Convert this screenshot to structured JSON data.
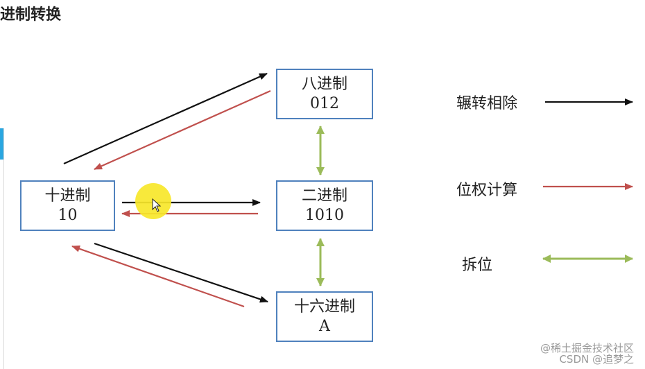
{
  "title": "进制转换",
  "nodes": {
    "octal": {
      "name": "八进制",
      "value": "012"
    },
    "decimal": {
      "name": "十进制",
      "value": "10"
    },
    "binary": {
      "name": "二进制",
      "value": "1010"
    },
    "hex": {
      "name": "十六进制",
      "value": "A"
    }
  },
  "legend": [
    {
      "label": "辗转相除",
      "color": "#111111",
      "style": "single-arrow"
    },
    {
      "label": "位权计算",
      "color": "#c0504d",
      "style": "single-arrow"
    },
    {
      "label": "拆位",
      "color": "#9bbb59",
      "style": "double-arrow"
    }
  ],
  "colors": {
    "box_border": "#4f81bd",
    "division": "#111111",
    "weight": "#c0504d",
    "split": "#9bbb59"
  },
  "watermark": {
    "line1": "@稀土掘金技术社区",
    "line2": "CSDN @追梦之"
  }
}
